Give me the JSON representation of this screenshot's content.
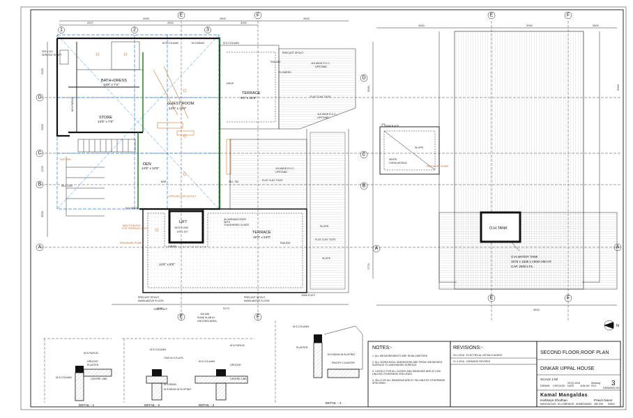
{
  "plan_labels": {
    "terrace_1": "TERRACE",
    "terrace_1_dim": "9'3\" x 15'6\"",
    "terrace_2": "TERRACE",
    "terrace_2_dim": "15'0\" x 24'0\"",
    "terrace_3_dim": "14'6\" x 8'8\"",
    "guest_room": "GUEST ROOM",
    "guest_room_dim": "14'6\" x 15'6\"",
    "bath_dress": "BATH+DRESS",
    "bath_dress_dim": "14'6\" x 7'4\"",
    "store": "STORE",
    "store_dim": "14'6\" x 7'8\"",
    "den": "DEN",
    "den_dim": "14'6\" x 12'8\"",
    "lift": "LIFT",
    "lift_dim1": "1675 x 1535",
    "lift_dim2": "5'9\" x 5'0\"",
    "oh_tank": "O.H.TANK",
    "oh_tank_note1": "O.H.WATER TANK",
    "oh_tank_note2": "1675 x 1535 x 1600+250 HT.",
    "oh_tank_note3": "CAP. 2500 LTS.",
    "service_shaft": "SERVICE SHAFT",
    "service_shaft_dim": "325 x 115",
    "flat_clay_tiles": "FLAT CLAY TILES",
    "precast_spout": "PRECAST SPOUT",
    "railing": "RAILING",
    "flowers": "FLOWERS",
    "upstand_1": "115 WIDE R.C.C.",
    "upstand_2": "UPSTAND",
    "slope": "SLOPE",
    "pressure_pump": "PRESSURE PUMP",
    "white_china_mosaic_1": "WHITE",
    "white_china_mosaic_2": "CHINA MOSAIC",
    "rwp": "100Ø R.W.P",
    "precast_spout_note": "PRECAST SPOUT",
    "above_floor": "50MM ABOVE FLOOR",
    "sunk_slab_1": "100 MM",
    "sunk_slab_2": "SUNK SLAB IN",
    "sunk_slab_3": "HATCHED AREA",
    "drop": "DROP",
    "m_s_column": "M.S.COLUMN",
    "m_s_beam": "M.S.BEAM",
    "m_s_purlin": "M.S.PURLIN",
    "projector_outlet": "4 PROJECTOR OUTLET",
    "glass_door_1": "ALUMINIUM DOOR",
    "glass_door_2": "WITH",
    "glass_door_3": "TOUGHENED GLASS",
    "junction_box": "JUNCTION BOX",
    "junction_box_2": "FOR TERRACE LIGHT",
    "bar": "BAR",
    "sill_1200": "SILL 1200",
    "sill_750": "SILL 750",
    "two_way": "TWO WAY"
  },
  "grid": {
    "top_left": [
      "1",
      "2",
      "3"
    ],
    "top_right_e": "E",
    "top_right_f": "F",
    "side": [
      "A",
      "B",
      "C",
      "D"
    ],
    "north": "N"
  },
  "dims": {
    "top_segments": [
      "4327",
      "4300",
      "3000",
      "4500"
    ],
    "top_totals": [
      "4500",
      "4500",
      "3000"
    ],
    "roof_top": [
      "4500",
      "3000",
      "4500"
    ],
    "bottom": [
      "5250",
      "9270"
    ],
    "roof_bottom": "9600",
    "left_side": [
      "2500",
      "2500",
      "2776",
      "1725",
      "3500"
    ],
    "roof_side": [
      "5000",
      "5000",
      "2776"
    ]
  },
  "details": {
    "d1": "DETAIL - 1",
    "d2": "DETAIL - 2",
    "d3": "DETAIL - 3",
    "d4": "DETAIL - 4",
    "labels": [
      "M.S.PURLIN",
      "GROOVE",
      "PLASTER",
      "CENTRE LINE",
      "M.S.COLUMN",
      "M.S.BEAM",
      "TWO M.S.FLATS",
      "M.S.BEAM IN SLOPING",
      "PANTRY COUNTER"
    ]
  },
  "notes": {
    "title": "NOTES:-",
    "items": [
      "1. ALL MEASUREMENTS ARE IN MILLIMETERS",
      "2. ALL HORIZONTAL DIMENSIONS ARE FROM UNFINISHED SURFACE TO UNFINISHED SURFACE",
      "3. LINTELS FOR ALL DOORS AND WINDOWS ARE AT 2100 UNLESS OTHERWISE SPECIFIED",
      "4. SILLS OF ALL WINDOWS ARE AT 750 UNLESS OTHERWISE SPECIFIED."
    ]
  },
  "revisions": {
    "title": "REVISIONS:-",
    "items": [
      "19.2.2016  -  ELECTRICAL DETAILS ADDED",
      "21.3.2016  -  DRAWING REVISED"
    ]
  },
  "title_block": {
    "sheet_title": "SECOND FLOOR,ROOF PLAN",
    "project": "DINKAR UPPAL HOUSE",
    "scale": "SCALE 1:50",
    "drawn_by_label": "DRAWN",
    "checked_label": "CHECKED",
    "date_label": "DATE",
    "job_no_label": "JOB NO.",
    "file_label": "FILE",
    "drawing_no_label": "DRAWING NO.",
    "date": "09.02.2016",
    "file": "Working",
    "drawing_no": "3",
    "firm_1": "Kamal Mangaldas",
    "firm_2": "Kartikeya Shodhan",
    "firm_3": "Pravin Naver",
    "cities": [
      "MANGALDAS",
      "ELLISBRIDGE",
      "AHMEDABAD",
      "380 006",
      "INDIA"
    ]
  },
  "colors": {
    "line": "#111111",
    "grid_blue": "#2b7fd0",
    "wall_green": "#2e8b2e",
    "electric_orange": "#c0692a"
  }
}
